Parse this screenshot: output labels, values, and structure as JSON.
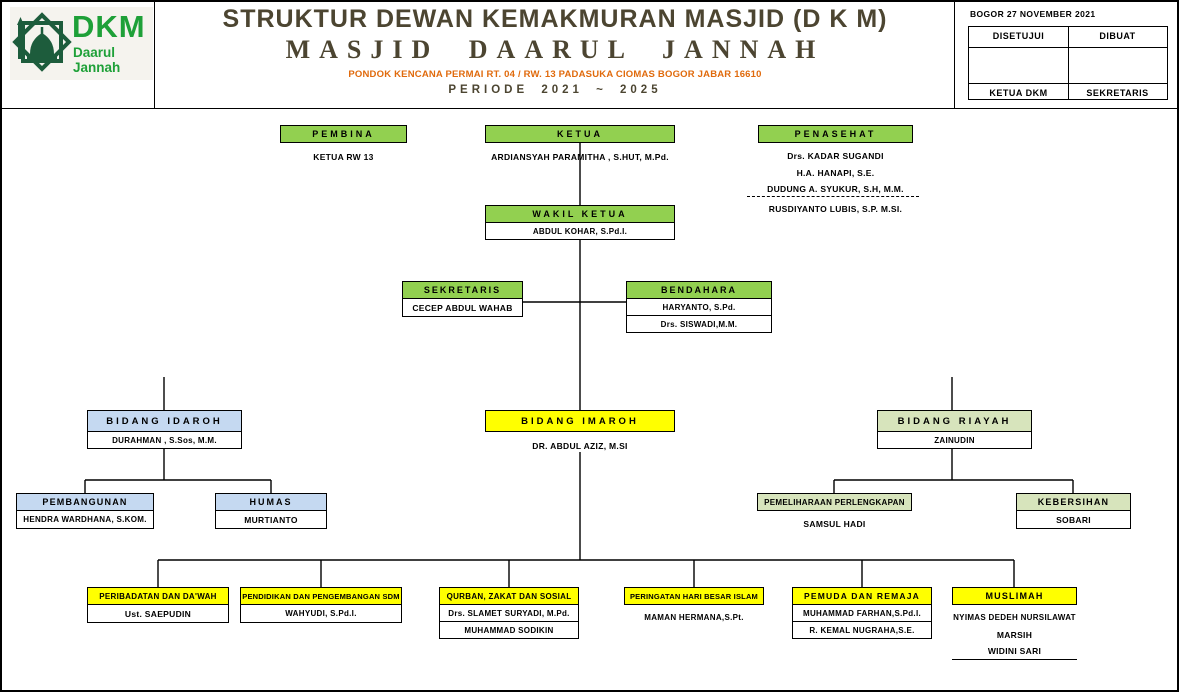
{
  "header": {
    "logo": {
      "abbr": "DKM",
      "name": "Daarul Jannah",
      "icon": "mosque-star-logo"
    },
    "title_line1": "STRUKTUR DEWAN KEMAKMURAN MASJID (D K M)",
    "title_line2": "MASJID DAARUL JANNAH",
    "address": "PONDOK KENCANA PERMAI RT. 04 / RW. 13 PADASUKA CIOMAS BOGOR JABAR 16610",
    "periode": "PERIODE 2021 ~ 2025",
    "approval": {
      "date": "BOGOR 27 NOVEMBER 2021",
      "col1_header": "DISETUJUI",
      "col2_header": "DIBUAT",
      "col1_footer": "KETUA DKM",
      "col2_footer": "SEKRETARIS"
    }
  },
  "colors": {
    "header_green": "#92d050",
    "header_yellow": "#ffff00",
    "header_blue": "#c5d9f1",
    "header_pale_green": "#d7e4bc",
    "title_text": "#4c4531",
    "address_text": "#e06a0c",
    "logo_green": "#1ea038"
  },
  "org": {
    "pembina": {
      "title": "PEMBINA",
      "members": [
        "KETUA RW 13"
      ]
    },
    "ketua": {
      "title": "KETUA",
      "members": [
        "ARDIANSYAH PARAMITHA , S.HUT, M.Pd."
      ]
    },
    "penasehat": {
      "title": "PENASEHAT",
      "members": [
        "Drs. KADAR SUGANDI",
        "H.A. HANAPI, S.E.",
        "DUDUNG A. SYUKUR, S.H, M.M.",
        "RUSDIYANTO LUBIS, S.P. M.SI."
      ]
    },
    "wakil_ketua": {
      "title": "WAKIL KETUA",
      "members": [
        "ABDUL KOHAR, S.Pd.I."
      ]
    },
    "sekretaris": {
      "title": "SEKRETARIS",
      "members": [
        "CECEP ABDUL WAHAB"
      ]
    },
    "bendahara": {
      "title": "BENDAHARA",
      "members": [
        "HARYANTO, S.Pd.",
        "Drs. SISWADI,M.M."
      ]
    },
    "bidang_idaroh": {
      "title": "BIDANG IDAROH",
      "members": [
        "DURAHMAN , S.Sos, M.M."
      ]
    },
    "bidang_imaroh": {
      "title": "BIDANG IMAROH",
      "members": [
        "DR. ABDUL AZIZ, M.SI"
      ]
    },
    "bidang_riayah": {
      "title": "BIDANG RIAYAH",
      "members": [
        "ZAINUDIN"
      ]
    },
    "pembangunan": {
      "title": "PEMBANGUNAN",
      "members": [
        "HENDRA WARDHANA, S.KOM."
      ]
    },
    "humas": {
      "title": "HUMAS",
      "members": [
        "MURTIANTO"
      ]
    },
    "pemeliharaan": {
      "title": "PEMELIHARAAN PERLENGKAPAN",
      "members": [
        "SAMSUL HADI"
      ]
    },
    "kebersihan": {
      "title": "KEBERSIHAN",
      "members": [
        "SOBARI"
      ]
    },
    "peribadatan": {
      "title": "PERIBADATAN DAN DA'WAH",
      "members": [
        "Ust. SAEPUDIN"
      ]
    },
    "pendidikan": {
      "title": "PENDIDIKAN DAN PENGEMBANGAN SDM",
      "members": [
        "WAHYUDI, S.Pd.I."
      ]
    },
    "qurban": {
      "title": "QURBAN, ZAKAT DAN SOSIAL",
      "members": [
        "Drs. SLAMET SURYADI, M.Pd.",
        "MUHAMMAD SODIKIN"
      ]
    },
    "phbi": {
      "title": "PERINGATAN HARI BESAR ISLAM",
      "members": [
        "MAMAN HERMANA,S.Pt."
      ]
    },
    "pemuda": {
      "title": "PEMUDA DAN REMAJA",
      "members": [
        "MUHAMMAD FARHAN,S.Pd.I.",
        "R. KEMAL NUGRAHA,S.E."
      ]
    },
    "muslimah": {
      "title": "MUSLIMAH",
      "members": [
        "NYIMAS DEDEH NURSILAWAT",
        "MARSIH",
        "WIDINI SARI"
      ]
    }
  }
}
